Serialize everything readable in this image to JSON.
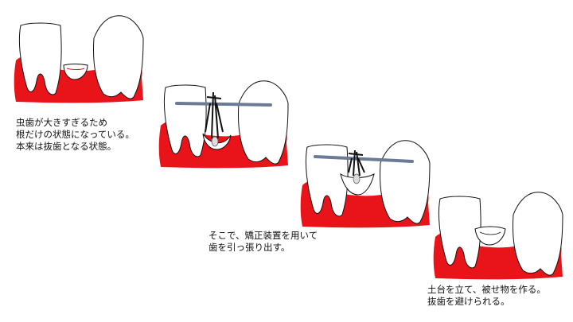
{
  "steps": [
    {
      "lines": [
        "虫歯が大きすぎるため",
        "根だけの状態になっている。",
        "本来は抜歯となる状態。"
      ]
    },
    {
      "lines": [
        "そこで、矯正装置を用いて",
        "歯を引っ張り出す。"
      ]
    },
    {
      "lines": [
        "土台を立て、被せ物を作る。",
        "抜歯を避けられる。"
      ]
    }
  ],
  "colors": {
    "gum": "#e8141a",
    "wire": "#6b7b95",
    "tooth": "#ffffff",
    "outline": "#111111"
  }
}
